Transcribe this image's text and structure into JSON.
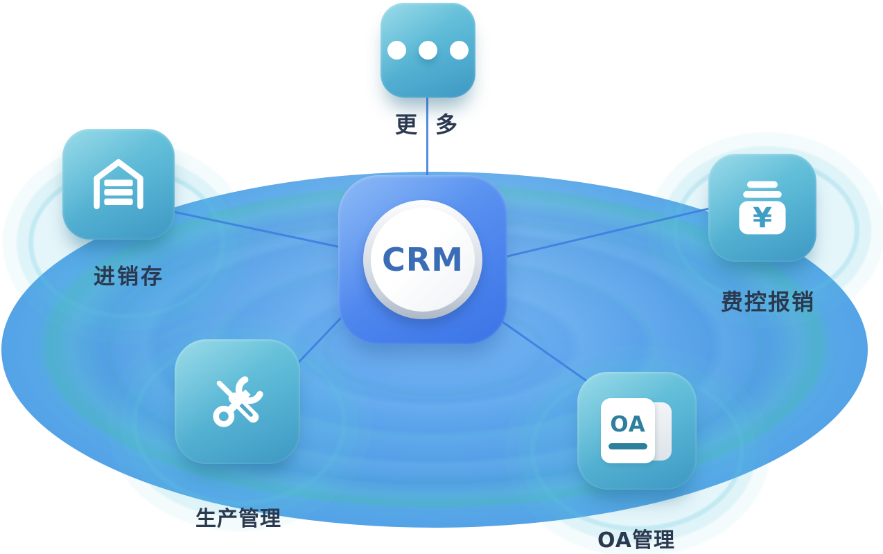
{
  "diagram": {
    "center": {
      "label": "CRM"
    },
    "satellites": {
      "more": {
        "label": "更多",
        "icon": "ellipsis-icon"
      },
      "inventory": {
        "label": "进销存",
        "icon": "warehouse-icon"
      },
      "expense": {
        "label": "费控报销",
        "icon": "money-jar-icon",
        "currency_symbol": "¥"
      },
      "production": {
        "label": "生产管理",
        "icon": "crossed-tools-icon"
      },
      "oa": {
        "label": "OA管理",
        "icon": "oa-document-icon",
        "badge": "OA"
      }
    },
    "colors": {
      "platform_blue": "#5fa6ee",
      "ripple_teal": "#58b7d8",
      "tile_teal_light": "#7dd0e2",
      "tile_teal_dark": "#3e98c4",
      "tile_blue_light": "#6ea7f3",
      "tile_blue_dark": "#3a74e7",
      "connector_blue": "#3e7ee0",
      "label_color": "#2b3950",
      "crm_text_color": "#3a6db6",
      "oa_badge_color": "#2d7f9d",
      "currency_color": "#3e9dc5"
    }
  }
}
